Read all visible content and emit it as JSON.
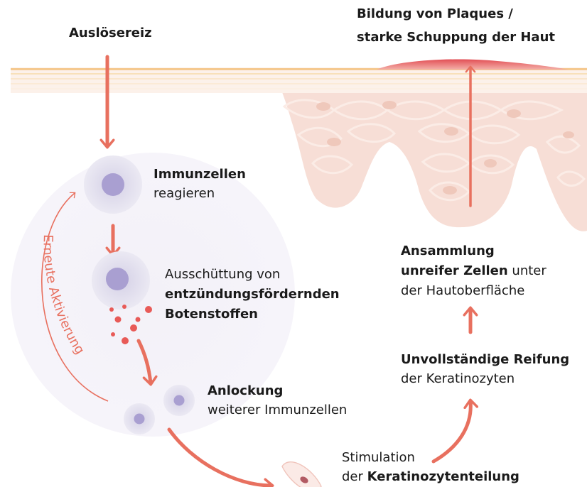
{
  "colors": {
    "arrow": "#e8705f",
    "skin": "#f6d9cf",
    "cell_fill": "#d9d4ea",
    "nucleus": "#a89ed0",
    "plaque": "#e66a6a"
  },
  "labels": {
    "trigger": "Auslösereiz",
    "plaque_line1": "Bildung von Plaques /",
    "plaque_line2": "starke Schuppung der Haut",
    "immune_bold": "Immunzellen",
    "immune_rest": "reagieren",
    "release_line1": "Ausschüttung von",
    "release_bold1": "entzündungsfördernden",
    "release_bold2": "Botenstoffen",
    "attract_bold": "Anlockung",
    "attract_rest": "weiterer Immunzellen",
    "stim_line1": "Stimulation",
    "stim_prefix": "der ",
    "stim_bold": "Keratinozytenteilung",
    "mature_bold": "Unvollständige Reifung",
    "mature_rest": "der Keratinozyten",
    "accum_bold1": "Ansammlung",
    "accum_bold2": "unreifer Zellen",
    "accum_rest1": " unter",
    "accum_rest2": "der Hautoberfläche",
    "reactivation": "Erneute Aktivierung"
  }
}
